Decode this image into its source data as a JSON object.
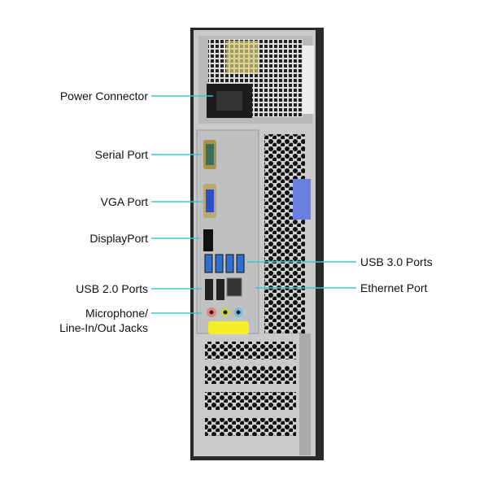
{
  "labels": {
    "power_connector": "Power Connector",
    "serial_port": "Serial Port",
    "vga_port": "VGA Port",
    "displayport": "DisplayPort",
    "usb2_ports": "USB 2.0 Ports",
    "audio_line1": "Microphone/",
    "audio_line2": "Line-In/Out Jacks",
    "usb3_ports": "USB 3.0 Ports",
    "ethernet_port": "Ethernet Port"
  },
  "colors": {
    "leader_line": "#3cc8cc",
    "chassis": "#c9cacc",
    "usb3_blue": "#2f6fd0",
    "vga_blue": "#2d50c8",
    "latch_blue": "#6a7fe0",
    "label_yellow": "#f4ee2a"
  }
}
